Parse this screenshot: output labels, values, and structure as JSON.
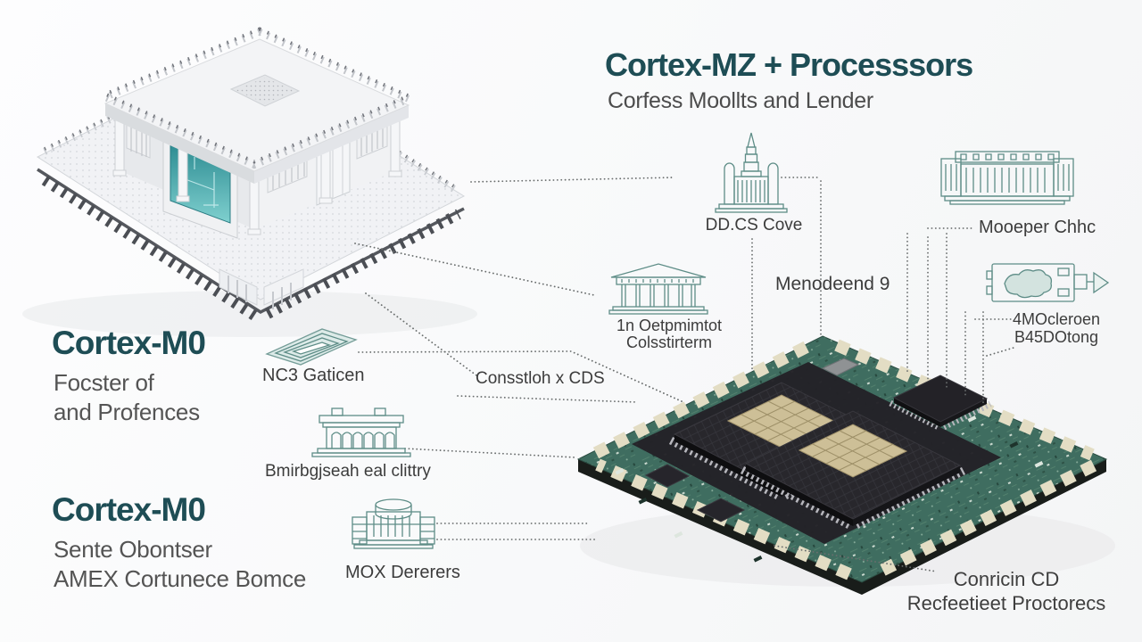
{
  "header": {
    "title": "Cortex-MZ + Processsors",
    "subtitle": "Corfess Moollts and Lender"
  },
  "sections": {
    "m0_top": {
      "heading": "Cortex-M0",
      "line1": "Focster of",
      "line2": "and Profences"
    },
    "m0_bottom": {
      "heading": "Cortex-M0",
      "line1": "Sente Obontser",
      "line2": "AMEX Cortunece Bomce"
    }
  },
  "callouts": {
    "dd_cs": {
      "label": "DD.CS Cove",
      "icon": "spire-building-icon"
    },
    "mooeper": {
      "label": "Mooeper Chhc",
      "icon": "wide-building-icon"
    },
    "menodeend": {
      "label": "Menodeend 9"
    },
    "oetpmimtot": {
      "line1": "1n Oetpmimtot",
      "line2": "Colsstirterm",
      "icon": "temple-building-icon"
    },
    "nc3": {
      "label": "NC3 Gaticen",
      "icon": "chip-tray-icon"
    },
    "consstloh": {
      "label": "Consstloh x CDS"
    },
    "mocleroen": {
      "line1": "4MOcleroen",
      "line2": "B45DOtong",
      "icon": "engine-schematic-icon"
    },
    "bmrbgjseahr": {
      "label": "Bmirbgjseah eal clittry",
      "icon": "colonnade-building-icon"
    },
    "mox": {
      "label": "MOX Dererers",
      "icon": "machine-building-icon"
    },
    "conricin": {
      "line1": "Conricin CD",
      "line2": "Recfeetieet Proctorecs"
    }
  },
  "illustrations": {
    "left": "isometric-white-temple-chip",
    "right": "green-pcb-processor-board"
  },
  "colors": {
    "accent_teal": "#1e4d55",
    "icon_teal": "#5e8d87",
    "pcb_green": "#3f6d60",
    "pad_cream": "#e3ddc4",
    "screen_teal": "#2f8d93",
    "connector_gray": "#6a6e6e"
  }
}
